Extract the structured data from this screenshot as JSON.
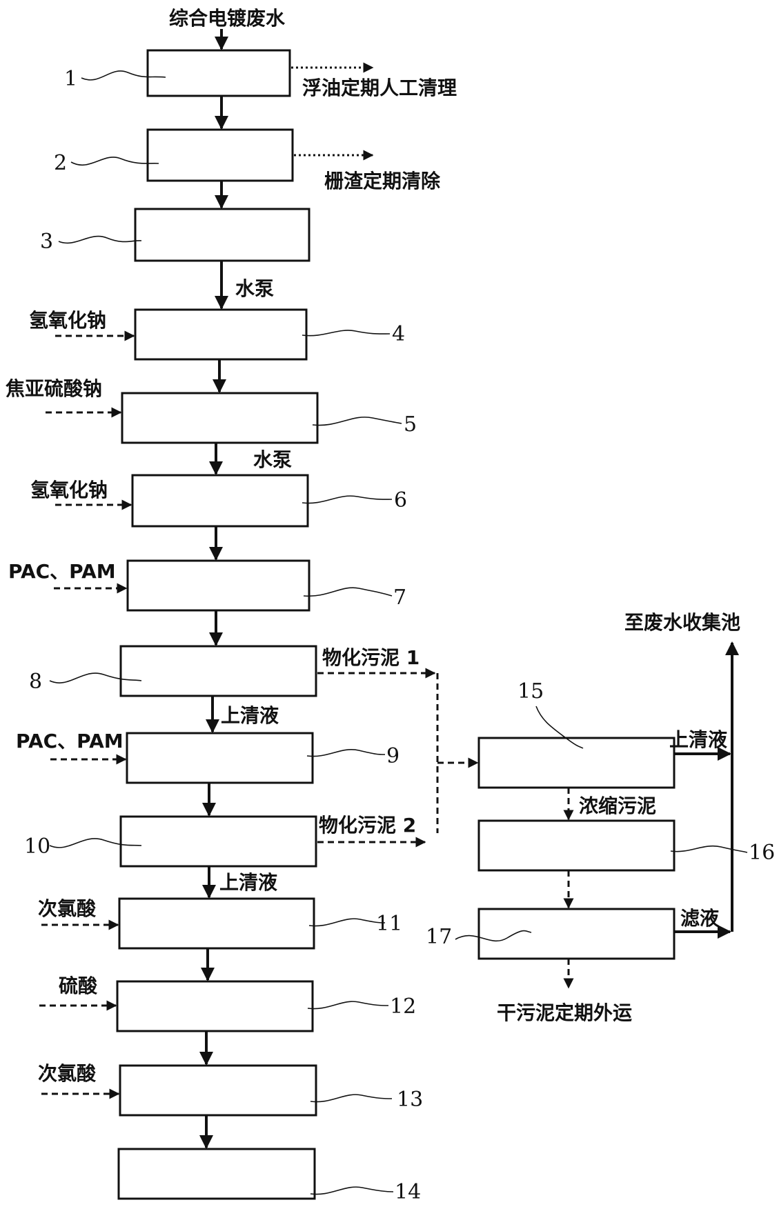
{
  "source_label": "综合电镀废水",
  "boxes": [
    "1",
    "2",
    "3",
    "4",
    "5",
    "6",
    "7",
    "8",
    "9",
    "10",
    "11",
    "12",
    "13",
    "14",
    "15",
    "16",
    "17"
  ],
  "removals": {
    "oil": "浮油定期人工清理",
    "screen": "栅渣定期清除"
  },
  "pump_labels": [
    "水泵",
    "水泵"
  ],
  "chemicals": {
    "c4": "氢氧化钠",
    "c5": "焦亚硫酸钠",
    "c6": "氢氧化钠",
    "c7": "PAC、PAM",
    "c9": "PAC、PAM",
    "c11": "次氯酸",
    "c12": "硫酸",
    "c13": "次氯酸"
  },
  "flows": {
    "sludge1": "物化污泥 1",
    "sludge2": "物化污泥 2",
    "supernatant_a": "上清液",
    "supernatant_b": "上清液",
    "supernatant_c": "上清液",
    "thickened_sludge": "浓缩污泥",
    "filtrate": "滤液",
    "to_collection": "至废水收集池",
    "dry_sludge": "干污泥定期外运"
  }
}
